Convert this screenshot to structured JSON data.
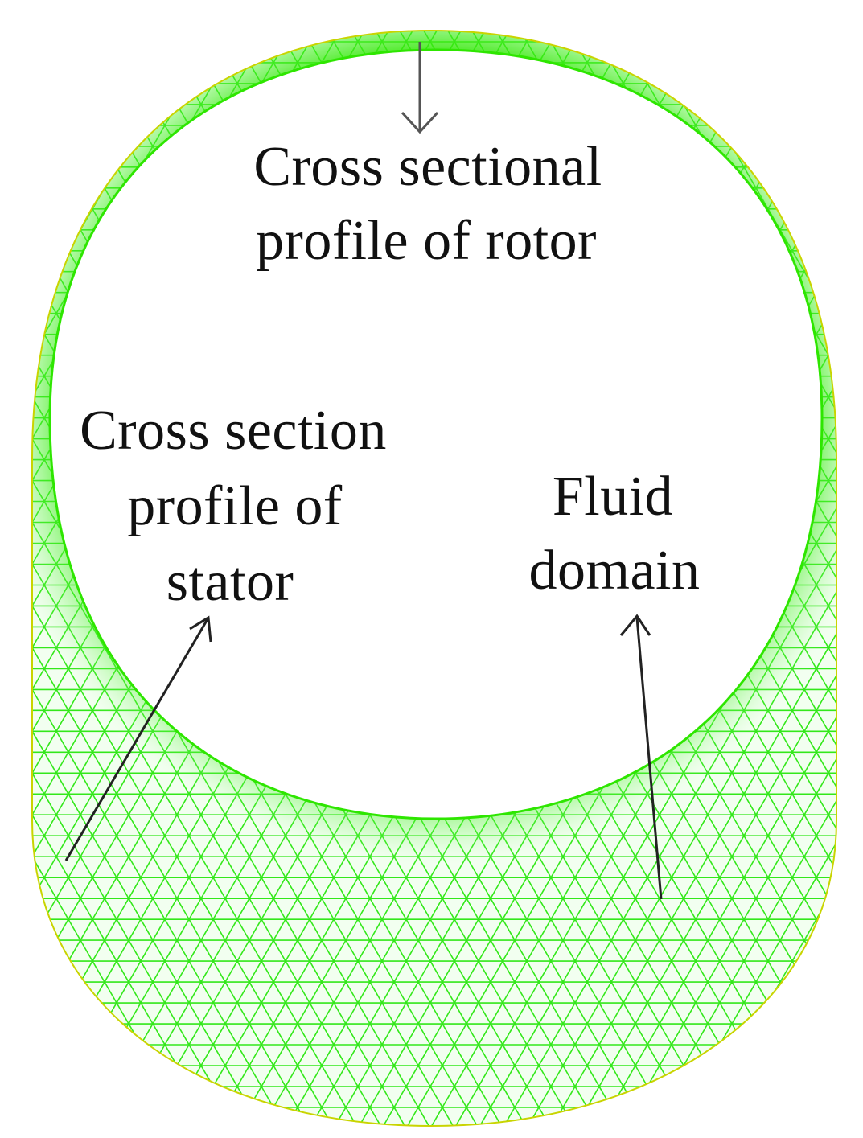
{
  "labels": {
    "rotor": [
      "Cross sectional",
      "profile of rotor"
    ],
    "stator": [
      "Cross section",
      "profile of",
      "stator"
    ],
    "fluid": [
      "Fluid",
      "domain"
    ]
  },
  "colors": {
    "mesh": "#33e81a",
    "mesh_dense": "#2ee600",
    "edge": "#c9d400",
    "arrow": "#222222"
  }
}
